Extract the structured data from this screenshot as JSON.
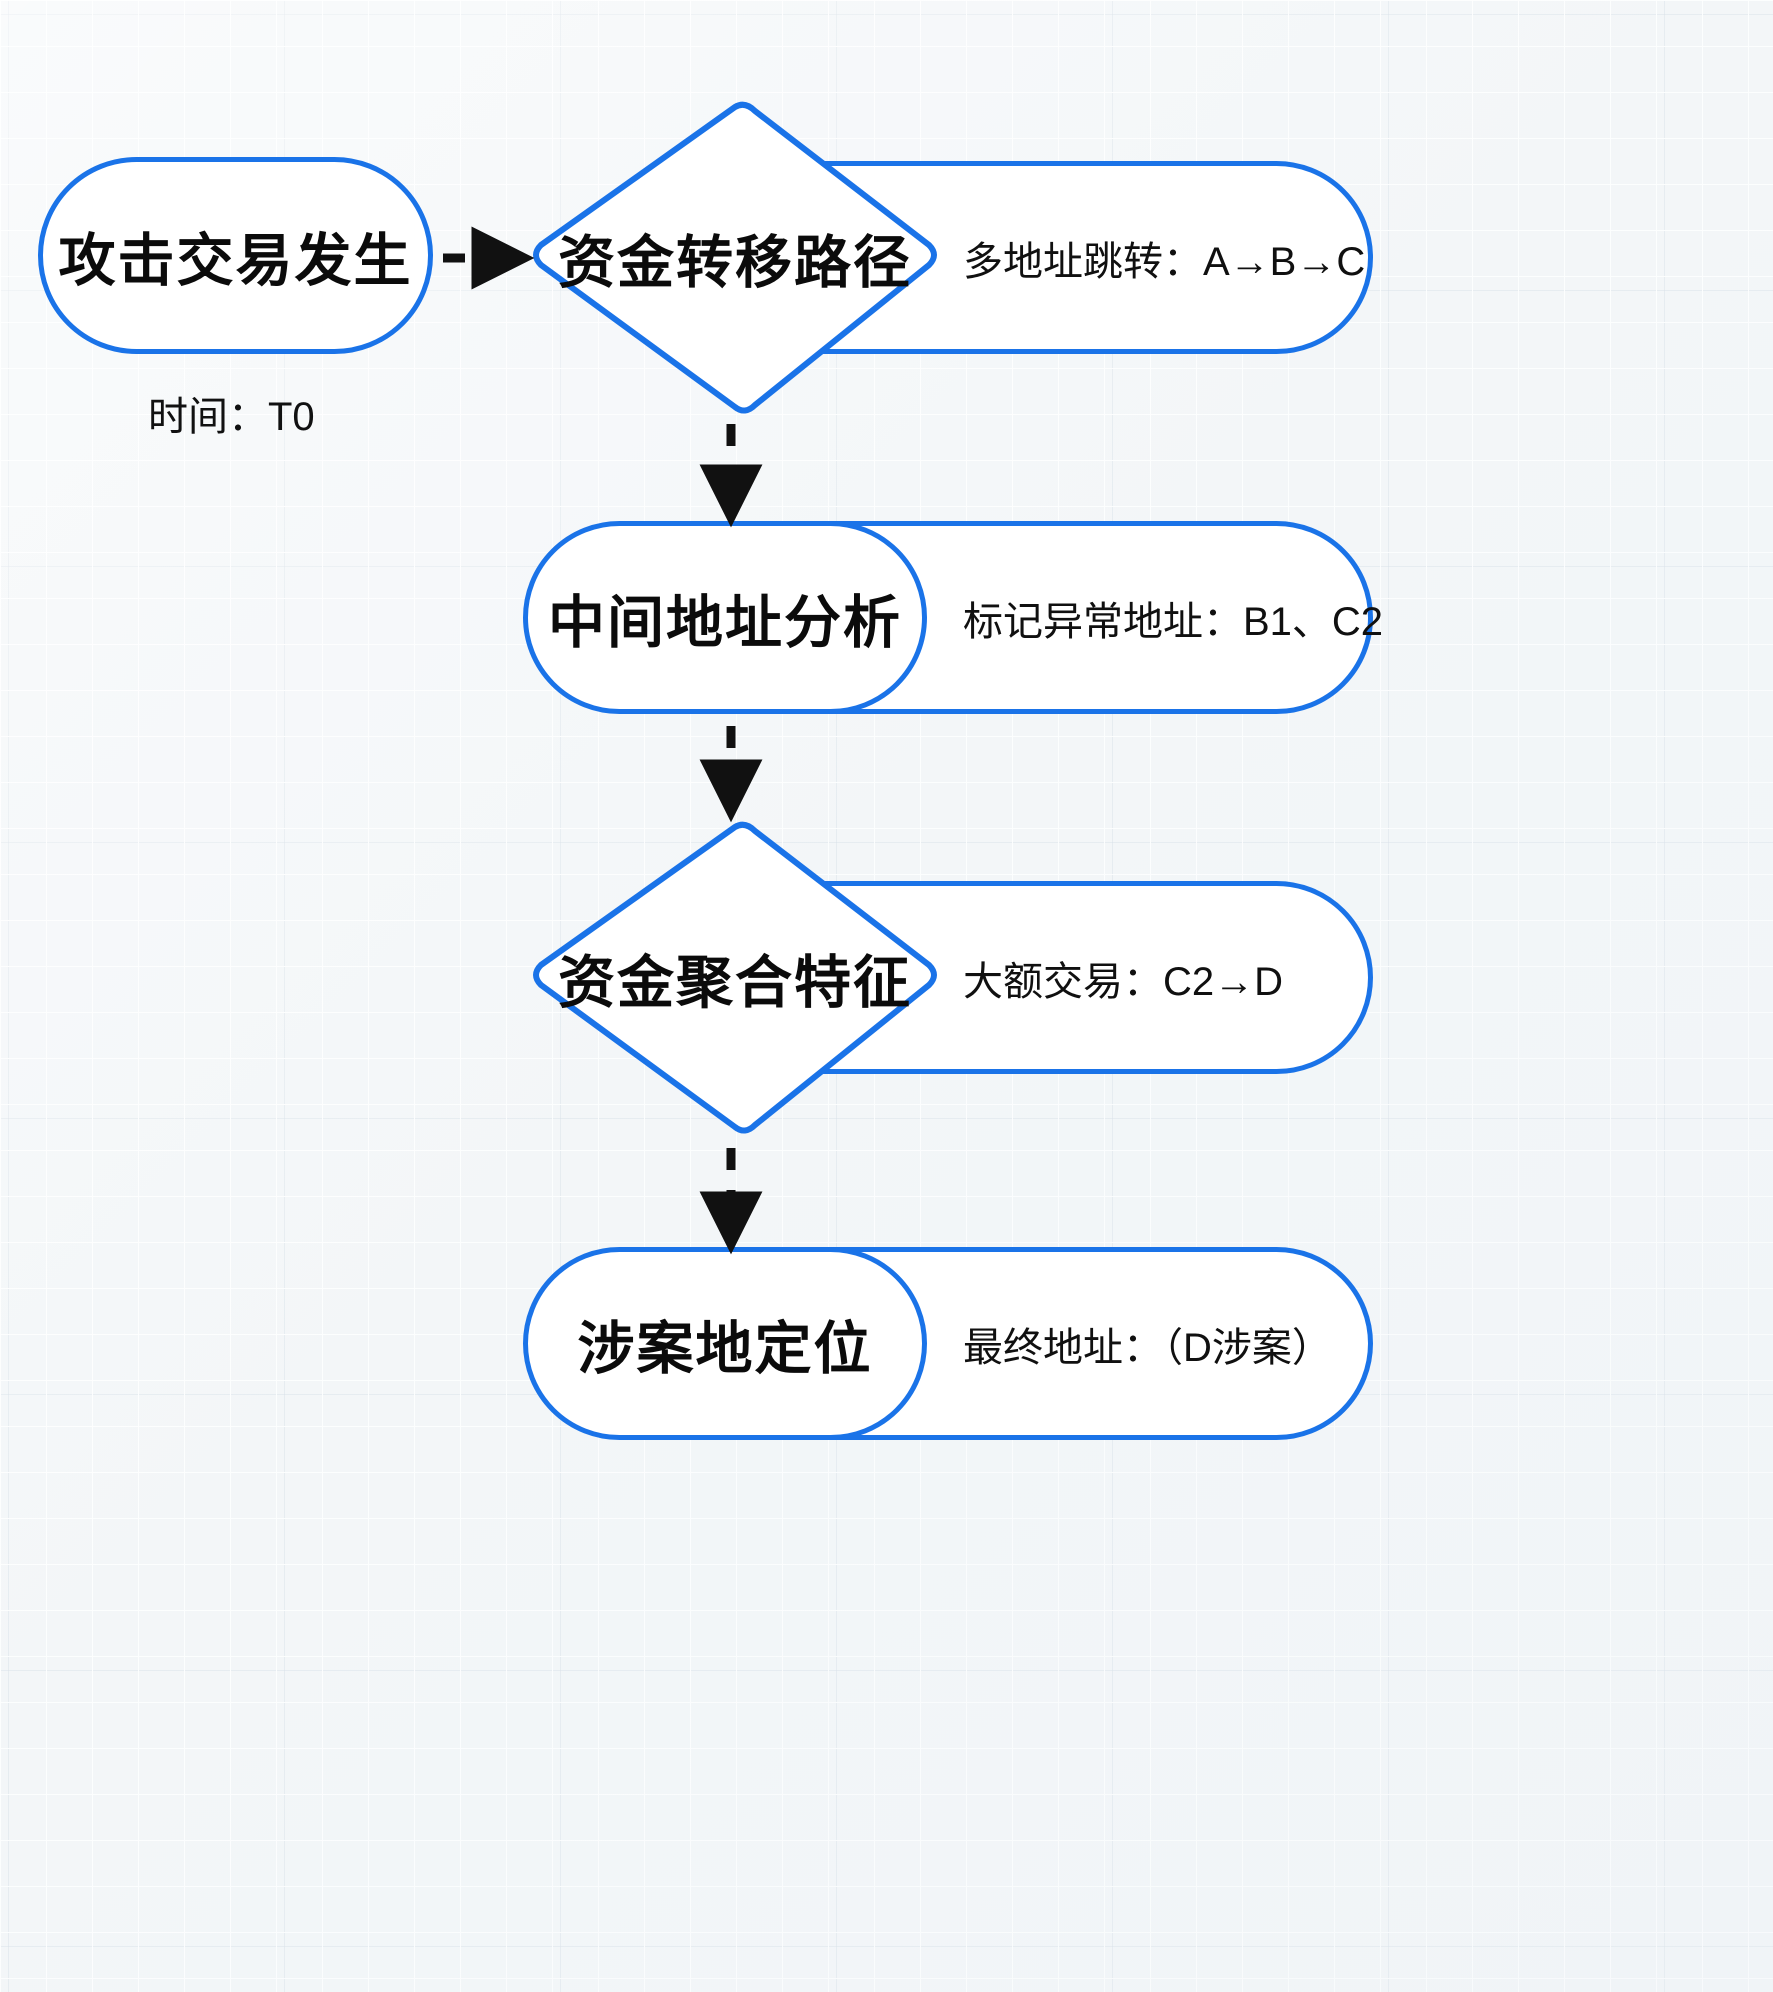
{
  "diagram": {
    "type": "flowchart",
    "accent_color": "#1a73e8",
    "background_color": "#f3f6f8",
    "text_color": "#0b0b0b",
    "connector_style": "dashed-black-arrow",
    "nodes": [
      {
        "id": "n1",
        "shape": "pill",
        "title": "攻击交易发生",
        "caption": "时间：T0"
      },
      {
        "id": "n2",
        "shape": "diamond",
        "title": "资金转移路径",
        "note": "多地址跳转：A→B→C"
      },
      {
        "id": "n3",
        "shape": "pill",
        "title": "中间地址分析",
        "note": "标记异常地址：B1、C2"
      },
      {
        "id": "n4",
        "shape": "diamond",
        "title": "资金聚合特征",
        "note": "大额交易：C2→D"
      },
      {
        "id": "n5",
        "shape": "pill",
        "title": "涉案地定位",
        "note": "最终地址：（D涉案）"
      }
    ],
    "edges": [
      {
        "from": "n1",
        "to": "n2",
        "direction": "right",
        "style": "dashed"
      },
      {
        "from": "n2",
        "to": "n3",
        "direction": "down",
        "style": "dashed"
      },
      {
        "from": "n3",
        "to": "n4",
        "direction": "down",
        "style": "dashed"
      },
      {
        "from": "n4",
        "to": "n5",
        "direction": "down",
        "style": "dashed"
      }
    ]
  }
}
